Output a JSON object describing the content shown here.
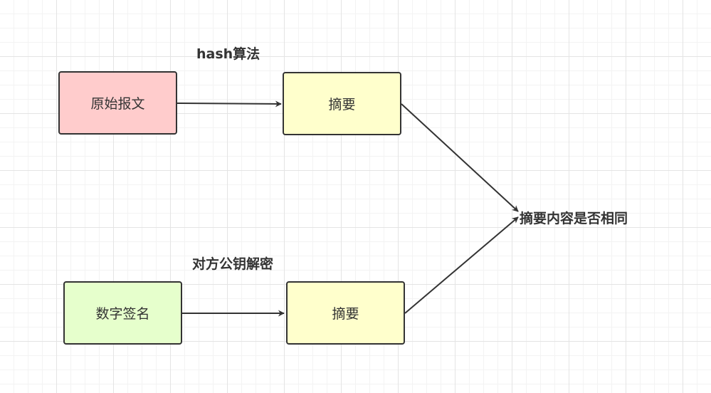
{
  "nodes": {
    "original_message": {
      "label": "原始报文",
      "fill": "#ffcccc"
    },
    "digest_top": {
      "label": "摘要",
      "fill": "#ffffcc"
    },
    "digital_signature": {
      "label": "数字签名",
      "fill": "#e6ffcc"
    },
    "digest_bottom": {
      "label": "摘要",
      "fill": "#ffffcc"
    }
  },
  "labels": {
    "hash_algorithm": "hash算法",
    "public_key_decrypt": "对方公钥解密",
    "compare": "摘要内容是否相同"
  },
  "colors": {
    "stroke": "#333333"
  }
}
